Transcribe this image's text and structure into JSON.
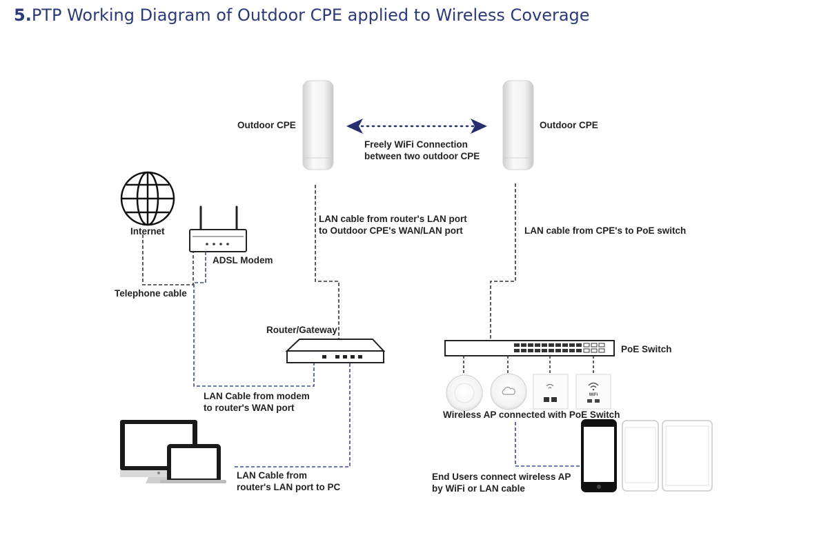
{
  "title": {
    "number": "5.",
    "text": "PTP Working Diagram of Outdoor CPE applied to Wireless Coverage"
  },
  "labels": {
    "cpe_left": "Outdoor CPE",
    "cpe_right": "Outdoor CPE",
    "wifi_link_1": "Freely WiFi Connection",
    "wifi_link_2": "between two outdoor CPE",
    "internet": "Internet",
    "adsl_modem": "ADSL Modem",
    "telephone_cable": "Telephone cable",
    "lan_left_1": "LAN cable from router's LAN port",
    "lan_left_2": "to Outdoor CPE's WAN/LAN port",
    "lan_right": "LAN cable from CPE's to PoE switch",
    "router": "Router/Gateway",
    "poe_switch": "PoE Switch",
    "modem_cable_1": "LAN Cable from modem",
    "modem_cable_2": "to router's WAN port",
    "pc_cable_1": "LAN Cable from",
    "pc_cable_2": "router's LAN port to PC",
    "ap_caption": "Wireless AP connected with PoE Switch",
    "end_users_1": "End Users connect wireless AP",
    "end_users_2": "by WiFi or LAN cable",
    "wifi_panel_text": "WiFi"
  },
  "colors": {
    "title": "#2b3a78",
    "arrow": "#262e6e",
    "black_cable": "#333333",
    "blue_cable": "#3d4aa0"
  }
}
